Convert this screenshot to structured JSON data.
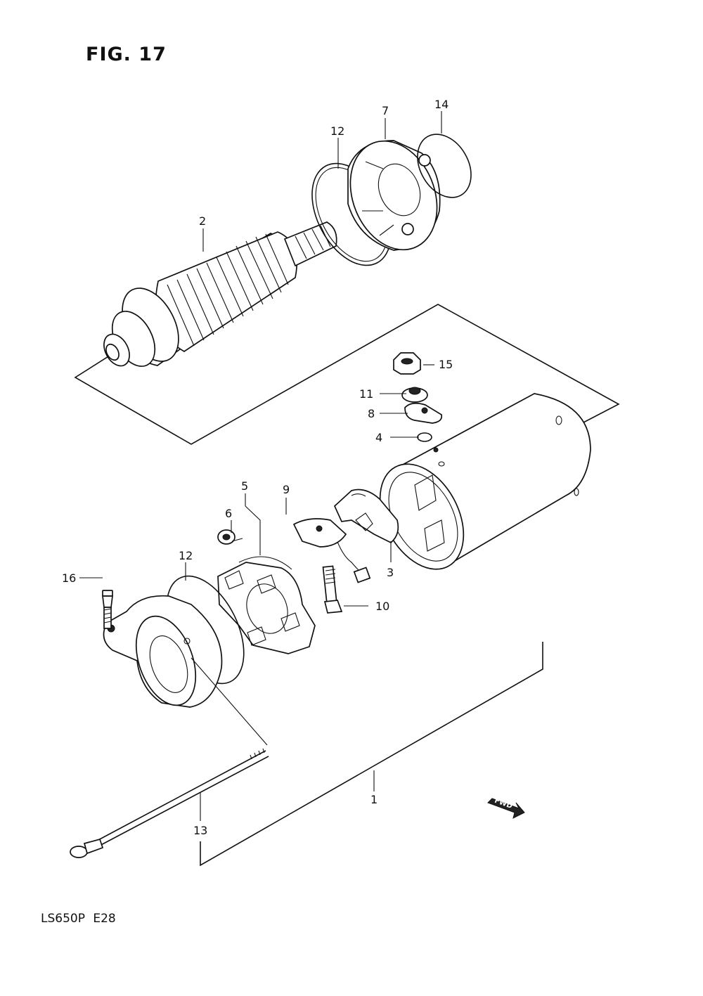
{
  "figure": {
    "title": "FIG. 17",
    "model_code": "LS650P",
    "region_code": "E28",
    "direction_badge": "FWD"
  },
  "callouts": [
    {
      "id": "c1",
      "label": "1"
    },
    {
      "id": "c2",
      "label": "2"
    },
    {
      "id": "c3",
      "label": "3"
    },
    {
      "id": "c4",
      "label": "4"
    },
    {
      "id": "c5",
      "label": "5"
    },
    {
      "id": "c6",
      "label": "6"
    },
    {
      "id": "c7",
      "label": "7"
    },
    {
      "id": "c8",
      "label": "8"
    },
    {
      "id": "c9",
      "label": "9"
    },
    {
      "id": "c10",
      "label": "10"
    },
    {
      "id": "c11",
      "label": "11"
    },
    {
      "id": "c12a",
      "label": "12"
    },
    {
      "id": "c12b",
      "label": "12"
    },
    {
      "id": "c13",
      "label": "13"
    },
    {
      "id": "c14",
      "label": "14"
    },
    {
      "id": "c15",
      "label": "15"
    },
    {
      "id": "c16",
      "label": "16"
    }
  ]
}
